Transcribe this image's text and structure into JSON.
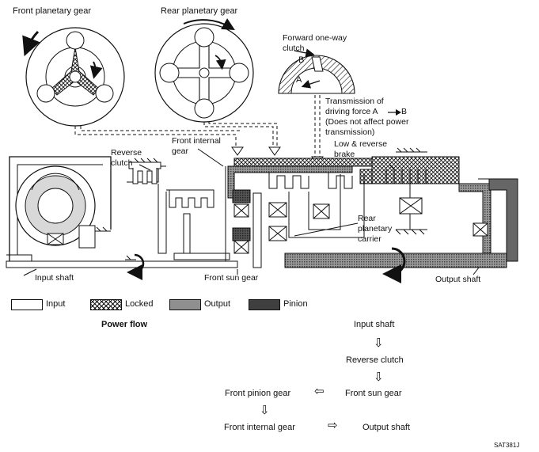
{
  "labels": {
    "front_planetary": "Front planetary gear",
    "rear_planetary": "Rear planetary gear",
    "forward_clutch": "Forward one-way\nclutch",
    "point_b": "B",
    "point_a": "A",
    "transmission_note": "Transmission of\ndriving force A",
    "transmission_b": "B",
    "transmission_note2": "(Does not affect power\ntransmission)",
    "low_reverse": "Low & reverse\nbrake",
    "reverse_clutch": "Reverse\nclutch",
    "front_internal": "Front internal\ngear",
    "rear_carrier": "Rear\nplanetary\ncarrier",
    "input_shaft": "Input shaft",
    "front_sun": "Front sun gear",
    "output_shaft": "Output shaft",
    "ref_code": "SAT381J"
  },
  "legend": [
    {
      "label": "Input",
      "pattern": "input"
    },
    {
      "label": "Locked",
      "pattern": "locked"
    },
    {
      "label": "Output",
      "pattern": "output"
    },
    {
      "label": "Pinion",
      "pattern": "pinion"
    }
  ],
  "power_flow": {
    "title": "Power flow",
    "steps": {
      "input_shaft": "Input shaft",
      "reverse_clutch": "Reverse clutch",
      "front_sun_gear": "Front sun gear",
      "front_pinion_gear": "Front pinion gear",
      "front_internal_gear": "Front internal gear",
      "output_shaft": "Output shaft"
    },
    "arrow_down": "⇩",
    "arrow_left": "⇦",
    "arrow_right": "⇨"
  }
}
